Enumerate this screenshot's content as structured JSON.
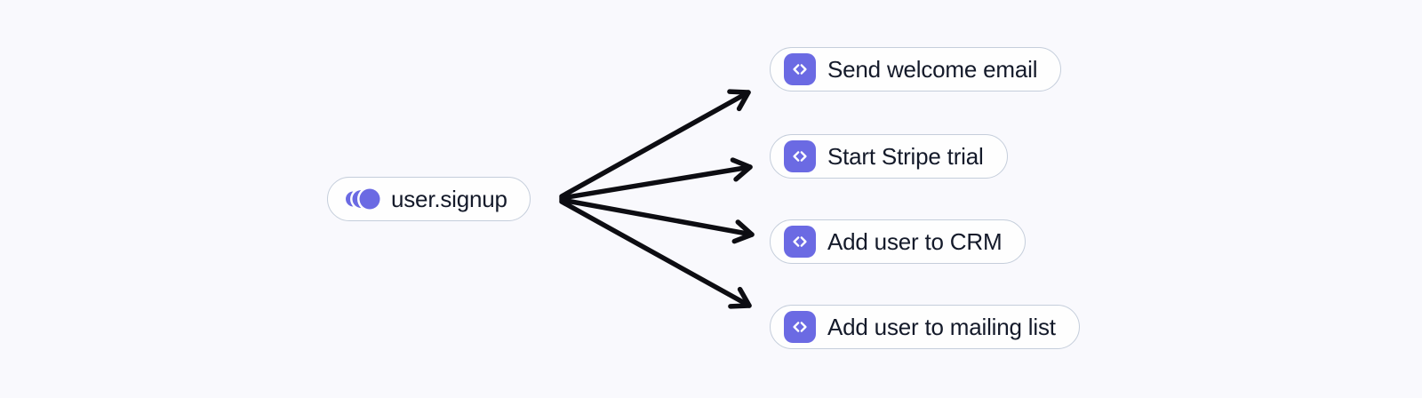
{
  "diagram": {
    "type": "event-fanout-flow",
    "colors": {
      "background": "#f9f9fd",
      "node_background": "#fefefe",
      "node_border": "#c5cedb",
      "text": "#141a2a",
      "accent_indigo": "#6b6ae3",
      "arrow": "#0d0d12",
      "icon_glyph": "#ffffff"
    },
    "event_node": {
      "label": "user.signup",
      "icon": "event-pulse-icon"
    },
    "function_nodes": [
      {
        "label": "Send welcome email",
        "icon": "code-icon"
      },
      {
        "label": "Start Stripe trial",
        "icon": "code-icon"
      },
      {
        "label": "Add user to CRM",
        "icon": "code-icon"
      },
      {
        "label": "Add user to mailing list",
        "icon": "code-icon"
      }
    ],
    "edges": [
      {
        "from": "user.signup",
        "to": "Send welcome email"
      },
      {
        "from": "user.signup",
        "to": "Start Stripe trial"
      },
      {
        "from": "user.signup",
        "to": "Add user to CRM"
      },
      {
        "from": "user.signup",
        "to": "Add user to mailing list"
      }
    ]
  }
}
